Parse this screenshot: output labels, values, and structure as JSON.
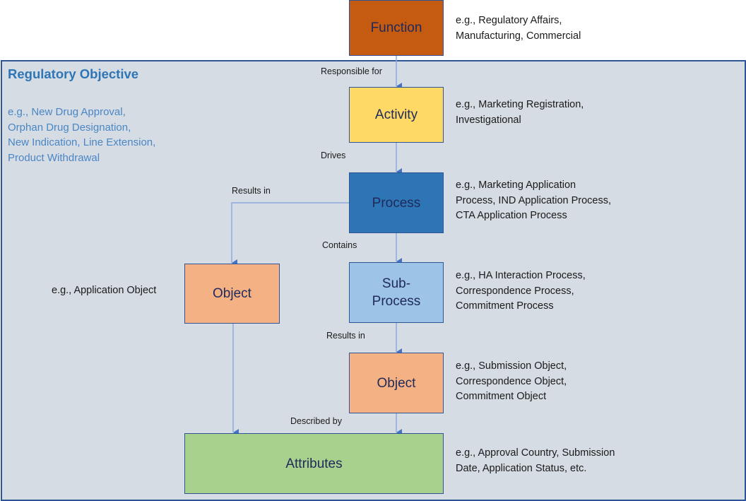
{
  "colors": {
    "frame_bg": "#d6dce4",
    "frame_border": "#2f5597",
    "title_blue": "#2e75b6",
    "function": "#c55a11",
    "activity": "#ffd966",
    "process": "#2e75b6",
    "subprocess": "#9dc3e6",
    "object": "#f4b183",
    "attributes": "#a9d18e",
    "connector": "#4472c4"
  },
  "frame": {
    "title": "Regulatory Objective",
    "description": [
      "e.g., New Drug Approval,",
      "Orphan Drug Designation,",
      "New Indication, Line Extension,",
      "Product Withdrawal"
    ]
  },
  "nodes": {
    "function": {
      "label": "Function",
      "examples": [
        "e.g., Regulatory Affairs,",
        "Manufacturing, Commercial"
      ]
    },
    "activity": {
      "label": "Activity",
      "examples": [
        "e.g., Marketing Registration,",
        "Investigational"
      ]
    },
    "process": {
      "label": "Process",
      "examples": [
        "e.g., Marketing Application",
        "Process, IND Application Process,",
        "CTA Application Process"
      ]
    },
    "subprocess": {
      "label_line1": "Sub-",
      "label_line2": "Process",
      "examples": [
        "e.g., HA Interaction Process,",
        "Correspondence Process,",
        "Commitment Process"
      ]
    },
    "object_left": {
      "label": "Object",
      "examples": [
        "e.g., Application Object"
      ]
    },
    "object_right": {
      "label": "Object",
      "examples": [
        "e.g., Submission Object,",
        "Correspondence Object,",
        "Commitment Object"
      ]
    },
    "attributes": {
      "label": "Attributes",
      "examples": [
        "e.g., Approval Country, Submission",
        "Date, Application Status, etc."
      ]
    }
  },
  "edges": {
    "responsible_for": "Responsible for",
    "drives": "Drives",
    "results_in_left": "Results in",
    "contains": "Contains",
    "results_in_right": "Results in",
    "described_by": "Described by"
  }
}
